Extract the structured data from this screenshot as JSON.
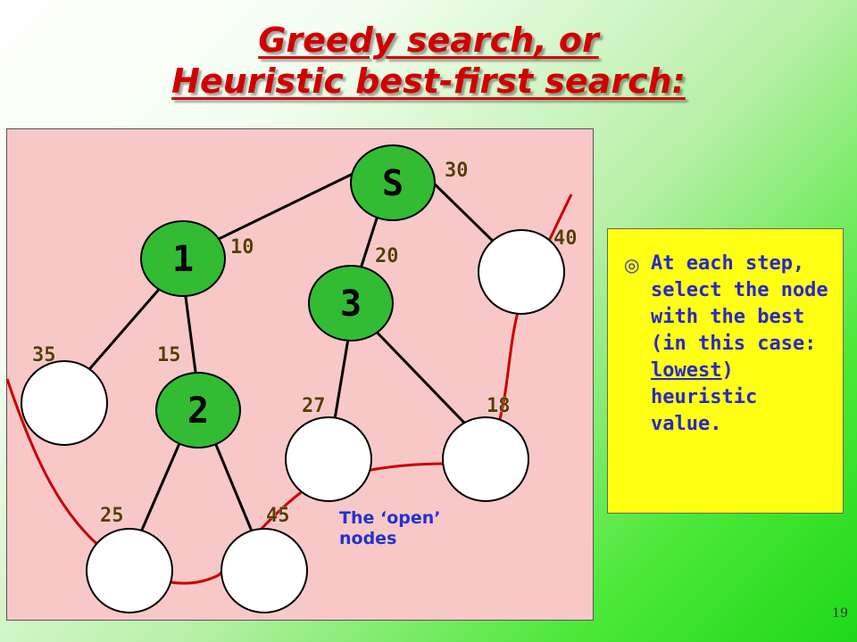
{
  "title": {
    "line1": "Greedy search, or",
    "line2": "Heuristic best-first search:"
  },
  "graph": {
    "nodes": {
      "s": "S",
      "n1": "1",
      "n3": "3",
      "n2": "2"
    },
    "weights": {
      "w30": "30",
      "w10": "10",
      "w20": "20",
      "w40": "40",
      "w35": "35",
      "w15": "15",
      "w27": "27",
      "w18": "18",
      "w25": "25",
      "w45": "45"
    },
    "colors": {
      "expanded_node": "#33bb33",
      "open_node": "#ffffff",
      "frontier_line": "#cc0000",
      "panel": "#f8c8c8"
    }
  },
  "open_note": {
    "line1": "The ‘open’",
    "line2": "nodes"
  },
  "callout": {
    "text_before": "At each step, select the node with the best (in this case: ",
    "text_emph": "lowest",
    "text_after": ") heuristic value."
  },
  "slide_number": "19"
}
